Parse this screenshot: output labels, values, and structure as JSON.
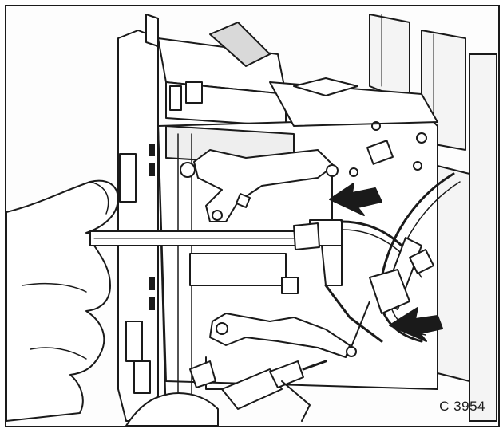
{
  "figure": {
    "id_label": "C 3954"
  },
  "colors": {
    "ink": "#1a1a1a",
    "paper": "#fdfdfd",
    "shade": "#d9d9d9"
  },
  "icons": [
    "arrow-pointer-upper",
    "arrow-pointer-lower",
    "screwdriver",
    "hand"
  ]
}
